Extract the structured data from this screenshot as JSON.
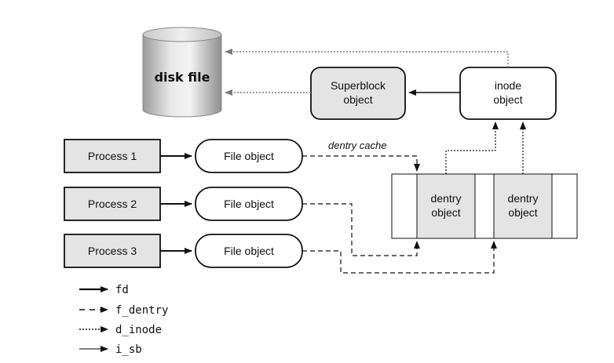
{
  "disk": {
    "label": "disk file"
  },
  "superblock": {
    "line1": "Superblock",
    "line2": "object"
  },
  "inode": {
    "line1": "inode",
    "line2": "object"
  },
  "processes": [
    {
      "label": "Process 1"
    },
    {
      "label": "Process 2"
    },
    {
      "label": "Process 3"
    }
  ],
  "file_objects": [
    {
      "label": "File object"
    },
    {
      "label": "File object"
    },
    {
      "label": "File object"
    }
  ],
  "dentry_cache_label": "dentry cache",
  "dentries": [
    {
      "line1": "dentry",
      "line2": "object"
    },
    {
      "line1": "dentry",
      "line2": "object"
    }
  ],
  "legend": [
    {
      "style": "solid-bold",
      "label": "fd"
    },
    {
      "style": "dashed",
      "label": "f_dentry"
    },
    {
      "style": "dotted",
      "label": "d_inode"
    },
    {
      "style": "solid-gray",
      "label": "i_sb"
    }
  ],
  "colors": {
    "box_fill": "#e4e4e4",
    "line_dark": "#111111",
    "line_gray": "#7a7a7a"
  }
}
